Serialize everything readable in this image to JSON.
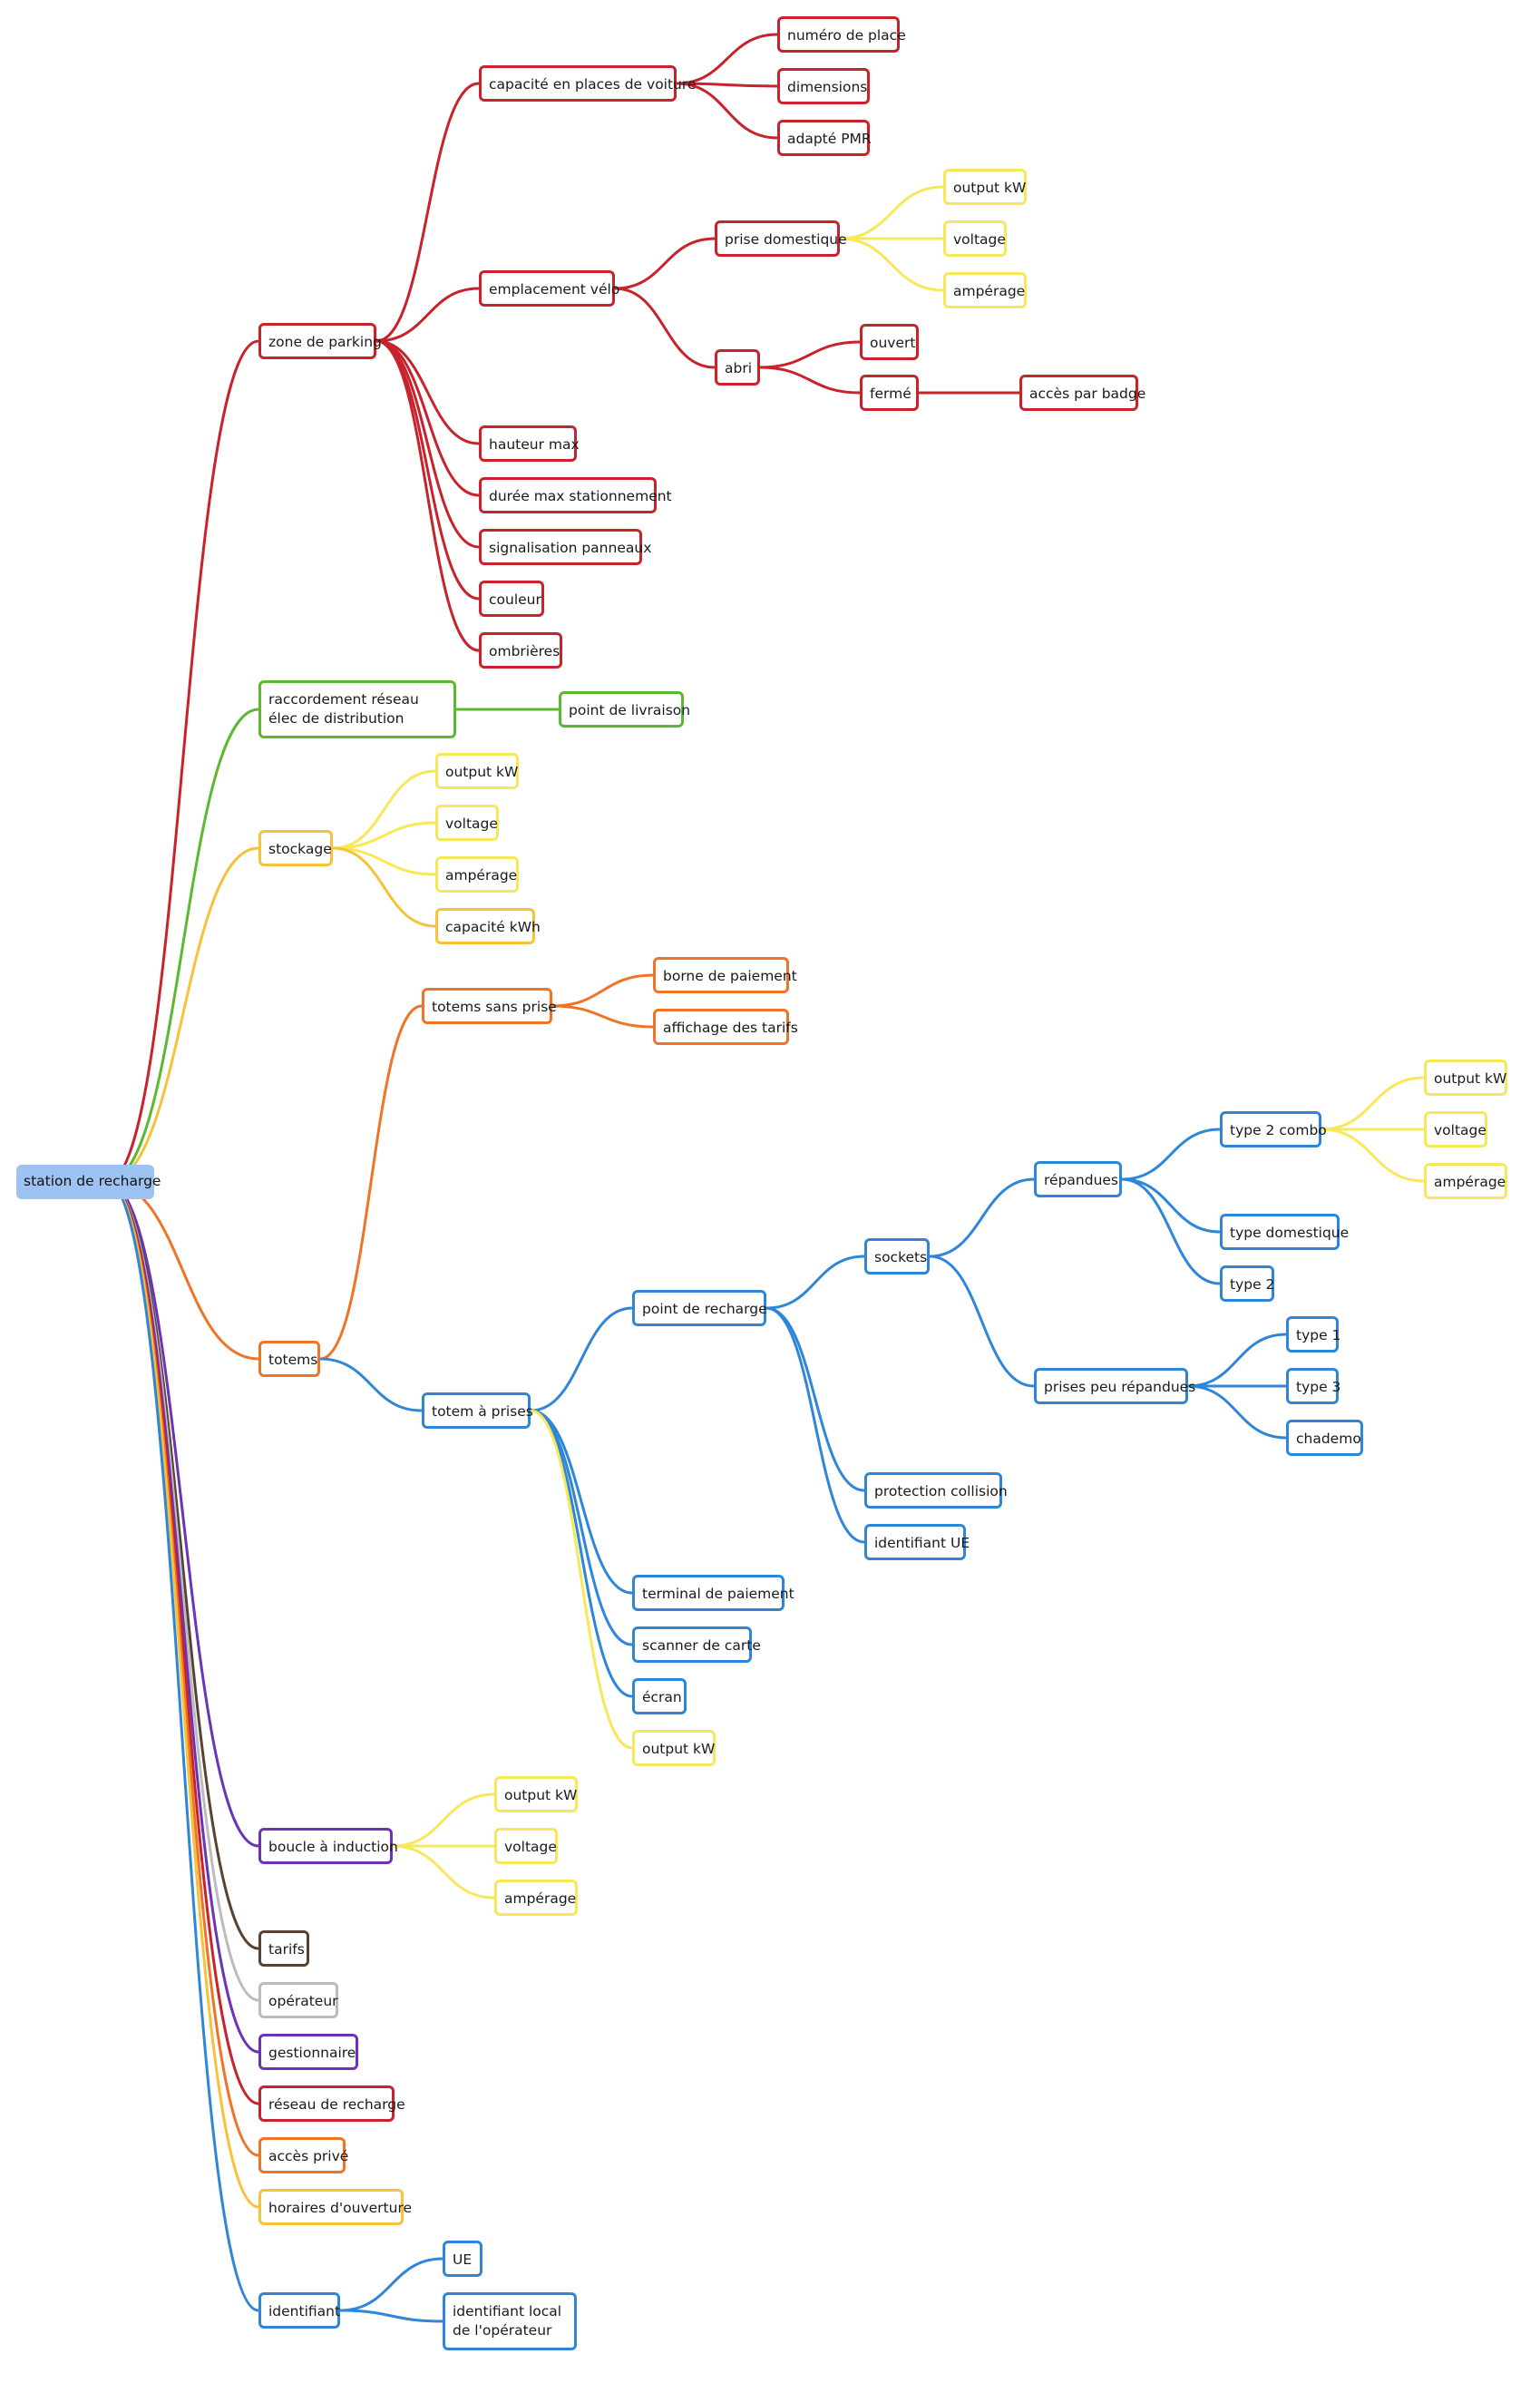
{
  "colors": {
    "red": "#c8232c",
    "green": "#5cb830",
    "yellow": "#f6c23a",
    "orange": "#ee7428",
    "blue": "#2f86d8",
    "purple": "#6b34b7",
    "brown": "#5a4233",
    "gray": "#bcbcbc",
    "lightYellow": "#f7e85a",
    "rootFill": "#9ec3f3"
  },
  "nodes": [
    {
      "id": "root",
      "label": "station de recharge",
      "color": "rootFill",
      "filled": true
    },
    {
      "id": "zone",
      "label": "zone de parking",
      "color": "red",
      "parent": "root"
    },
    {
      "id": "capacite",
      "label": "capacité en places de voiture",
      "color": "red",
      "parent": "zone"
    },
    {
      "id": "numero",
      "label": "numéro de place",
      "color": "red",
      "parent": "capacite"
    },
    {
      "id": "dimensions",
      "label": "dimensions",
      "color": "red",
      "parent": "capacite"
    },
    {
      "id": "pmr",
      "label": "adapté PMR",
      "color": "red",
      "parent": "capacite"
    },
    {
      "id": "velo",
      "label": "emplacement vélo",
      "color": "red",
      "parent": "zone"
    },
    {
      "id": "prisedom",
      "label": "prise domestique",
      "color": "red",
      "parent": "velo"
    },
    {
      "id": "pd_out",
      "label": "output kW",
      "color": "lightYellow",
      "parent": "prisedom"
    },
    {
      "id": "pd_volt",
      "label": "voltage",
      "color": "lightYellow",
      "parent": "prisedom"
    },
    {
      "id": "pd_amp",
      "label": "ampérage",
      "color": "lightYellow",
      "parent": "prisedom"
    },
    {
      "id": "abri",
      "label": "abri",
      "color": "red",
      "parent": "velo"
    },
    {
      "id": "ouvert",
      "label": "ouvert",
      "color": "red",
      "parent": "abri"
    },
    {
      "id": "ferme",
      "label": "fermé",
      "color": "red",
      "parent": "abri"
    },
    {
      "id": "badge",
      "label": "accès par badge",
      "color": "red",
      "parent": "ferme"
    },
    {
      "id": "hauteur",
      "label": "hauteur max",
      "color": "red",
      "parent": "zone"
    },
    {
      "id": "duree",
      "label": "durée max stationnement",
      "color": "red",
      "parent": "zone"
    },
    {
      "id": "signal",
      "label": "signalisation panneaux",
      "color": "red",
      "parent": "zone"
    },
    {
      "id": "couleur",
      "label": "couleur",
      "color": "red",
      "parent": "zone"
    },
    {
      "id": "ombr",
      "label": "ombrières",
      "color": "red",
      "parent": "zone"
    },
    {
      "id": "raccord",
      "label": "raccordement réseau élec de distribution",
      "color": "green",
      "parent": "root",
      "wrap": true
    },
    {
      "id": "livraison",
      "label": "point de livraison",
      "color": "green",
      "parent": "raccord"
    },
    {
      "id": "stockage",
      "label": "stockage",
      "color": "yellow",
      "parent": "root"
    },
    {
      "id": "st_out",
      "label": "output kW",
      "color": "lightYellow",
      "parent": "stockage"
    },
    {
      "id": "st_volt",
      "label": "voltage",
      "color": "lightYellow",
      "parent": "stockage"
    },
    {
      "id": "st_amp",
      "label": "ampérage",
      "color": "lightYellow",
      "parent": "stockage"
    },
    {
      "id": "st_cap",
      "label": "capacité kWh",
      "color": "yellow",
      "parent": "stockage"
    },
    {
      "id": "totems",
      "label": "totems",
      "color": "orange",
      "parent": "root"
    },
    {
      "id": "sansprise",
      "label": "totems sans prise",
      "color": "orange",
      "parent": "totems"
    },
    {
      "id": "borne",
      "label": "borne de paiement",
      "color": "orange",
      "parent": "sansprise"
    },
    {
      "id": "affichage",
      "label": "affichage des tarifs",
      "color": "orange",
      "parent": "sansprise"
    },
    {
      "id": "aprises",
      "label": "totem à prises",
      "color": "blue",
      "parent": "totems"
    },
    {
      "id": "pdr",
      "label": "point de recharge",
      "color": "blue",
      "parent": "aprises"
    },
    {
      "id": "sockets",
      "label": "sockets",
      "color": "blue",
      "parent": "pdr"
    },
    {
      "id": "repandues",
      "label": "répandues",
      "color": "blue",
      "parent": "sockets"
    },
    {
      "id": "t2combo",
      "label": "type 2 combo",
      "color": "blue",
      "parent": "repandues"
    },
    {
      "id": "t2c_out",
      "label": "output kW",
      "color": "lightYellow",
      "parent": "t2combo"
    },
    {
      "id": "t2c_volt",
      "label": "voltage",
      "color": "lightYellow",
      "parent": "t2combo"
    },
    {
      "id": "t2c_amp",
      "label": "ampérage",
      "color": "lightYellow",
      "parent": "t2combo"
    },
    {
      "id": "tdom",
      "label": "type domestique",
      "color": "blue",
      "parent": "repandues"
    },
    {
      "id": "t2",
      "label": "type 2",
      "color": "blue",
      "parent": "repandues"
    },
    {
      "id": "peurep",
      "label": "prises peu répandues",
      "color": "blue",
      "parent": "sockets"
    },
    {
      "id": "t1",
      "label": "type 1",
      "color": "blue",
      "parent": "peurep"
    },
    {
      "id": "t3",
      "label": "type 3",
      "color": "blue",
      "parent": "peurep"
    },
    {
      "id": "chademo",
      "label": "chademo",
      "color": "blue",
      "parent": "peurep"
    },
    {
      "id": "collision",
      "label": "protection collision",
      "color": "blue",
      "parent": "pdr"
    },
    {
      "id": "idue_pdr",
      "label": "identifiant UE",
      "color": "blue",
      "parent": "pdr"
    },
    {
      "id": "terminal",
      "label": "terminal de paiement",
      "color": "blue",
      "parent": "aprises"
    },
    {
      "id": "scanner",
      "label": "scanner de carte",
      "color": "blue",
      "parent": "aprises"
    },
    {
      "id": "ecran",
      "label": "écran",
      "color": "blue",
      "parent": "aprises"
    },
    {
      "id": "tp_out",
      "label": "output kW",
      "color": "lightYellow",
      "parent": "aprises"
    },
    {
      "id": "boucle",
      "label": "boucle à induction",
      "color": "purple",
      "parent": "root"
    },
    {
      "id": "b_out",
      "label": "output kW",
      "color": "lightYellow",
      "parent": "boucle"
    },
    {
      "id": "b_volt",
      "label": "voltage",
      "color": "lightYellow",
      "parent": "boucle"
    },
    {
      "id": "b_amp",
      "label": "ampérage",
      "color": "lightYellow",
      "parent": "boucle"
    },
    {
      "id": "tarifs",
      "label": "tarifs",
      "color": "brown",
      "parent": "root"
    },
    {
      "id": "operateur",
      "label": "opérateur",
      "color": "gray",
      "parent": "root"
    },
    {
      "id": "gestionnaire",
      "label": "gestionnaire",
      "color": "purple",
      "parent": "root"
    },
    {
      "id": "reseau",
      "label": "réseau de recharge",
      "color": "red",
      "parent": "root"
    },
    {
      "id": "acces",
      "label": "accès privé",
      "color": "orange",
      "parent": "root"
    },
    {
      "id": "horaires",
      "label": "horaires d'ouverture",
      "color": "yellow",
      "parent": "root"
    },
    {
      "id": "identifiant",
      "label": "identifiant",
      "color": "blue",
      "parent": "root"
    },
    {
      "id": "ue",
      "label": "UE",
      "color": "blue",
      "parent": "identifiant"
    },
    {
      "id": "idlocal",
      "label": "identifiant local de l'opérateur",
      "color": "blue",
      "parent": "identifiant",
      "wrap": true
    }
  ]
}
